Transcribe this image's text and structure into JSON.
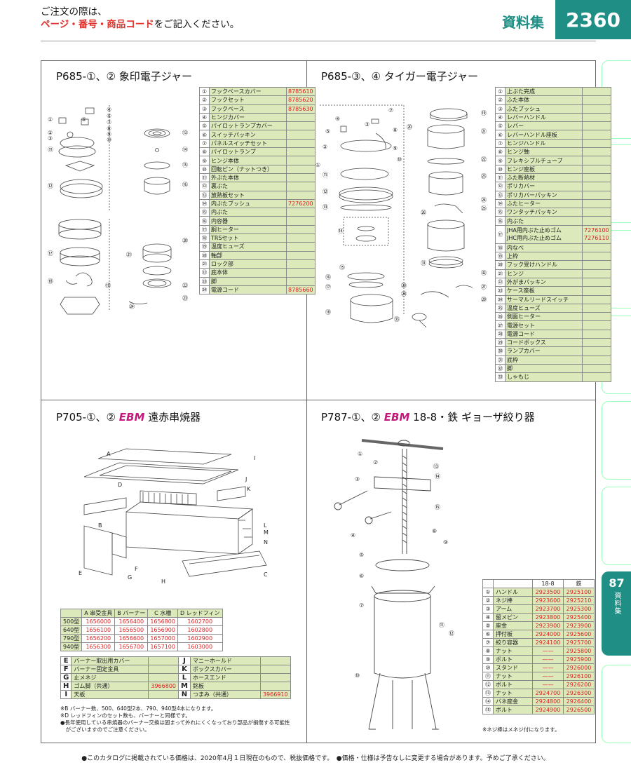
{
  "header": {
    "notice_line1": "ご注文の際は、",
    "notice_line2_red": "ページ・番号・商品コード",
    "notice_line2_rest": "をご記入ください。",
    "section": "資料集",
    "page": "2360"
  },
  "tab": {
    "number": "87",
    "label": "資料集"
  },
  "p1": {
    "title": "P685-①、② 象印電子ジャー",
    "parts": [
      {
        "n": "①",
        "name": "フックベースカバー",
        "code": "8785610"
      },
      {
        "n": "②",
        "name": "フックセット",
        "code": "8785620"
      },
      {
        "n": "③",
        "name": "フックベース",
        "code": "8785630"
      },
      {
        "n": "④",
        "name": "ヒンジカバー",
        "code": ""
      },
      {
        "n": "⑤",
        "name": "パイロットランプカバー",
        "code": ""
      },
      {
        "n": "⑥",
        "name": "スイッチパッキン",
        "code": ""
      },
      {
        "n": "⑦",
        "name": "パネルスイッチセット",
        "code": ""
      },
      {
        "n": "⑧",
        "name": "パイロットランプ",
        "code": ""
      },
      {
        "n": "⑨",
        "name": "ヒンジ本体",
        "code": ""
      },
      {
        "n": "⑩",
        "name": "回転ピン（ナットつき）",
        "code": ""
      },
      {
        "n": "⑪",
        "name": "外ぶた本体",
        "code": ""
      },
      {
        "n": "⑫",
        "name": "裏ぶた",
        "code": ""
      },
      {
        "n": "⑬",
        "name": "放熱板セット",
        "code": ""
      },
      {
        "n": "⑭",
        "name": "内ぶたブッシュ",
        "code": "7276200"
      },
      {
        "n": "⑮",
        "name": "内ぶた",
        "code": ""
      },
      {
        "n": "⑯",
        "name": "内容器",
        "code": ""
      },
      {
        "n": "⑰",
        "name": "胴ヒーター",
        "code": ""
      },
      {
        "n": "⑱",
        "name": "TRSセット",
        "code": ""
      },
      {
        "n": "⑲",
        "name": "温度ヒューズ",
        "code": ""
      },
      {
        "n": "⑳",
        "name": "軸部",
        "code": ""
      },
      {
        "n": "㉑",
        "name": "ロック部",
        "code": ""
      },
      {
        "n": "㉒",
        "name": "底本体",
        "code": ""
      },
      {
        "n": "㉓",
        "name": "脚",
        "code": ""
      },
      {
        "n": "㉔",
        "name": "電源コード",
        "code": "8785660"
      }
    ]
  },
  "p2": {
    "title": "P685-③、④ タイガー電子ジャー",
    "parts": [
      {
        "n": "①",
        "name": "上ぶた完成",
        "code": ""
      },
      {
        "n": "②",
        "name": "ふた本体",
        "code": ""
      },
      {
        "n": "③",
        "name": "ふたブッシュ",
        "code": ""
      },
      {
        "n": "④",
        "name": "レバーハンドル",
        "code": ""
      },
      {
        "n": "⑤",
        "name": "レバー",
        "code": ""
      },
      {
        "n": "⑥",
        "name": "レバーハンドル座板",
        "code": ""
      },
      {
        "n": "⑦",
        "name": "ヒンジハンドル",
        "code": ""
      },
      {
        "n": "⑧",
        "name": "ヒンジ軸",
        "code": ""
      },
      {
        "n": "⑨",
        "name": "フレキシブルチューブ",
        "code": ""
      },
      {
        "n": "⑩",
        "name": "ヒンジ座板",
        "code": ""
      },
      {
        "n": "⑪",
        "name": "ふた断熱材",
        "code": ""
      },
      {
        "n": "⑫",
        "name": "ポリカバー",
        "code": ""
      },
      {
        "n": "⑬",
        "name": "ポリカバーパッキン",
        "code": ""
      },
      {
        "n": "⑭",
        "name": "ふたヒーター",
        "code": ""
      },
      {
        "n": "⑮",
        "name": "ワンタッチパッキン",
        "code": ""
      },
      {
        "n": "⑯",
        "name": "内ぶた",
        "code": ""
      },
      {
        "n": "⑰",
        "name": "JHA用内ぶた止めゴム",
        "code": "7276100",
        "name2": "JHC用内ぶた止めゴム",
        "code2": "7276110"
      },
      {
        "n": "⑱",
        "name": "内なべ",
        "code": ""
      },
      {
        "n": "⑲",
        "name": "上枠",
        "code": ""
      },
      {
        "n": "⑳",
        "name": "フック受けハンドル",
        "code": ""
      },
      {
        "n": "㉑",
        "name": "ヒンジ",
        "code": ""
      },
      {
        "n": "㉒",
        "name": "外がまパッキン",
        "code": ""
      },
      {
        "n": "㉓",
        "name": "ケース座板",
        "code": ""
      },
      {
        "n": "㉔",
        "name": "サーマルリードスイッチ",
        "code": ""
      },
      {
        "n": "㉕",
        "name": "温度ヒューズ",
        "code": ""
      },
      {
        "n": "㉖",
        "name": "側面ヒーター",
        "code": ""
      },
      {
        "n": "㉗",
        "name": "電源セット",
        "code": ""
      },
      {
        "n": "㉘",
        "name": "電源コード",
        "code": ""
      },
      {
        "n": "㉙",
        "name": "コードボックス",
        "code": ""
      },
      {
        "n": "㉚",
        "name": "ランプカバー",
        "code": ""
      },
      {
        "n": "㉛",
        "name": "底枠",
        "code": ""
      },
      {
        "n": "㉜",
        "name": "脚",
        "code": ""
      },
      {
        "n": "㉝",
        "name": "しゃもじ",
        "code": ""
      }
    ]
  },
  "p3": {
    "title_pre": "P705-①、②",
    "brand": "EBM",
    "title_post": "遠赤串焼器",
    "model_headers": [
      "",
      "A 串受金具",
      "B バーナー",
      "C 水槽",
      "D レッドフィン"
    ],
    "models": [
      [
        "500型",
        "1656000",
        "1656400",
        "1656800",
        "1602700"
      ],
      [
        "640型",
        "1656100",
        "1656500",
        "1656900",
        "1602800"
      ],
      [
        "790型",
        "1656200",
        "1656600",
        "1657000",
        "1602900"
      ],
      [
        "940型",
        "1656300",
        "1656700",
        "1657100",
        "1603000"
      ]
    ],
    "parts_left": [
      {
        "k": "E",
        "name": "バーナー取出用カバー",
        "code": ""
      },
      {
        "k": "F",
        "name": "バーナー固定金具",
        "code": ""
      },
      {
        "k": "G",
        "name": "止メネジ",
        "code": ""
      },
      {
        "k": "H",
        "name": "ゴム脚（共通）",
        "code": "3966800"
      },
      {
        "k": "I",
        "name": "天板",
        "code": ""
      }
    ],
    "parts_right": [
      {
        "k": "J",
        "name": "マニーホールド",
        "code": ""
      },
      {
        "k": "K",
        "name": "ボックスカバー",
        "code": ""
      },
      {
        "k": "L",
        "name": "ホースエンド",
        "code": ""
      },
      {
        "k": "M",
        "name": "銘板",
        "code": ""
      },
      {
        "k": "N",
        "name": "つまみ（共通）",
        "code": "3966910"
      }
    ],
    "notes": [
      "※B バーナー数、500、640型2本、790、940型4本になります。",
      "※D レッドフィンのセット数も、バーナーと同様です。",
      "●長年使用している串焼器のバーナー交換は固まって外れにくくなっており部品が損傷する可能性",
      "　がございますのでご注意ください。"
    ],
    "letters": [
      "A",
      "I",
      "D",
      "J",
      "K",
      "B",
      "L",
      "M",
      "N",
      "E",
      "F",
      "G",
      "H",
      "C"
    ]
  },
  "p4": {
    "title_pre": "P787-①、②",
    "brand": "EBM",
    "title_post": "18-8・鉄 ギョーザ絞り器",
    "col_headers": [
      "",
      "",
      "18-8",
      "鉄"
    ],
    "parts": [
      {
        "n": "①",
        "name": "ハンドル",
        "a": "2923500",
        "b": "2925100"
      },
      {
        "n": "②",
        "name": "ネジ棒",
        "a": "2923600",
        "b": "2925210"
      },
      {
        "n": "③",
        "name": "アーム",
        "a": "2923700",
        "b": "2925300"
      },
      {
        "n": "④",
        "name": "留メピン",
        "a": "2923800",
        "b": "2925400"
      },
      {
        "n": "⑤",
        "name": "座金",
        "a": "2923900",
        "b": "2923900"
      },
      {
        "n": "⑥",
        "name": "押付板",
        "a": "2924000",
        "b": "2925600"
      },
      {
        "n": "⑦",
        "name": "絞り容器",
        "a": "2924100",
        "b": "2925700"
      },
      {
        "n": "⑧",
        "name": "ナット",
        "a": "——",
        "b": "2925800"
      },
      {
        "n": "⑨",
        "name": "ボルト",
        "a": "——",
        "b": "2925900"
      },
      {
        "n": "⑩",
        "name": "スタンド",
        "a": "——",
        "b": "2926000"
      },
      {
        "n": "⑪",
        "name": "ナット",
        "a": "——",
        "b": "2926100"
      },
      {
        "n": "⑫",
        "name": "ボルト",
        "a": "——",
        "b": "2926200"
      },
      {
        "n": "⑬",
        "name": "ナット",
        "a": "2924700",
        "b": "2926300"
      },
      {
        "n": "⑭",
        "name": "バネ座金",
        "a": "2924800",
        "b": "2926400"
      },
      {
        "n": "⑮",
        "name": "ボルト",
        "a": "2924900",
        "b": "2926500"
      }
    ],
    "note": "※ネジ棒はメネジ付になります。"
  },
  "footer": "●このカタログに掲載されている価格は、2020年4月１日現在のもので、税抜価格です。　●価格・仕様は予告なしに変更する場合があります。予めご了承ください。"
}
